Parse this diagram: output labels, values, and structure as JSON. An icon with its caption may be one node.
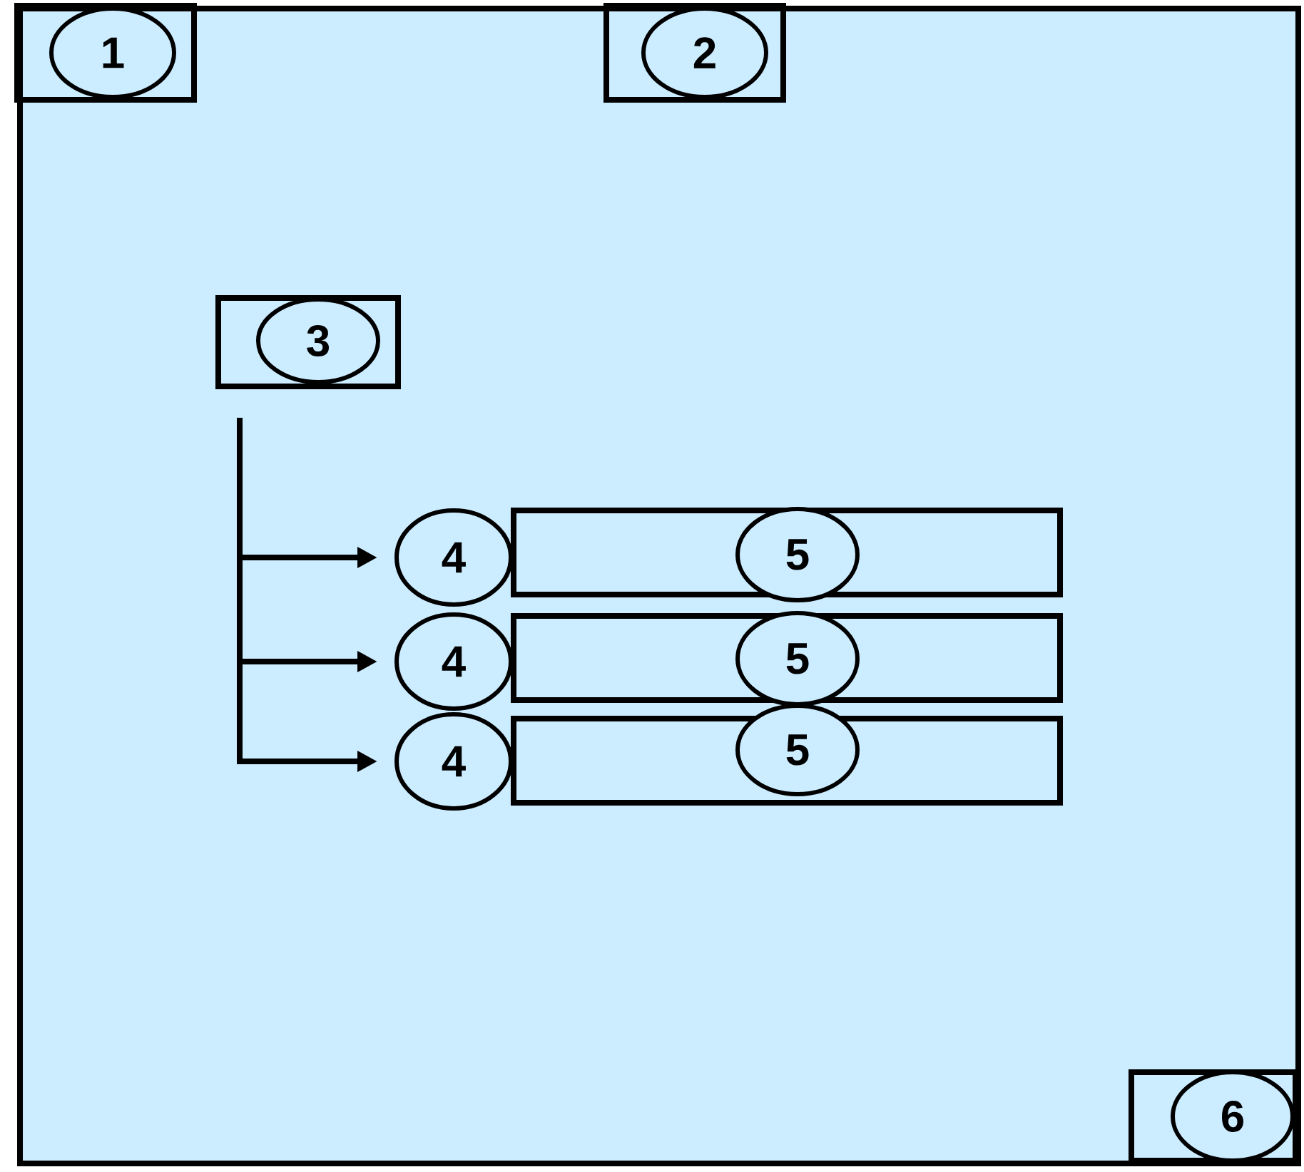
{
  "diagram": {
    "nodes": [
      {
        "text": [],
        "shape": "box"
      },
      {
        "text": [],
        "shape": "box",
        "in": 0
      },
      {
        "text": [
          "1"
        ],
        "in": 1
      },
      {
        "text": [],
        "shape": "box",
        "in": 0
      },
      {
        "text": [
          "2"
        ],
        "in": 3
      },
      {
        "text": [],
        "shape": "box",
        "in": 0
      },
      {
        "text": [
          "3"
        ],
        "in": 5
      },
      {
        "text": [
          "4"
        ],
        "in": 0
      },
      {
        "text": [],
        "shape": "box",
        "in": 0
      },
      {
        "text": [
          "5"
        ],
        "in": 8
      },
      {
        "text": [
          "4"
        ],
        "in": 0
      },
      {
        "text": [],
        "shape": "box",
        "in": 0
      },
      {
        "text": [
          "5"
        ],
        "in": 11
      },
      {
        "text": [
          "4"
        ],
        "in": 0
      },
      {
        "text": [],
        "shape": "box",
        "in": 0
      },
      {
        "text": [
          "5"
        ],
        "in": 14
      },
      {
        "text": [],
        "shape": "box",
        "in": 0
      },
      {
        "text": [
          "6"
        ],
        "in": 16
      }
    ],
    "edges": [
      {
        "from": 5,
        "to": 7,
        "arrow": "to"
      },
      {
        "from": 5,
        "to": 10,
        "arrow": "to"
      },
      {
        "from": 5,
        "to": 13,
        "arrow": "to"
      }
    ]
  }
}
